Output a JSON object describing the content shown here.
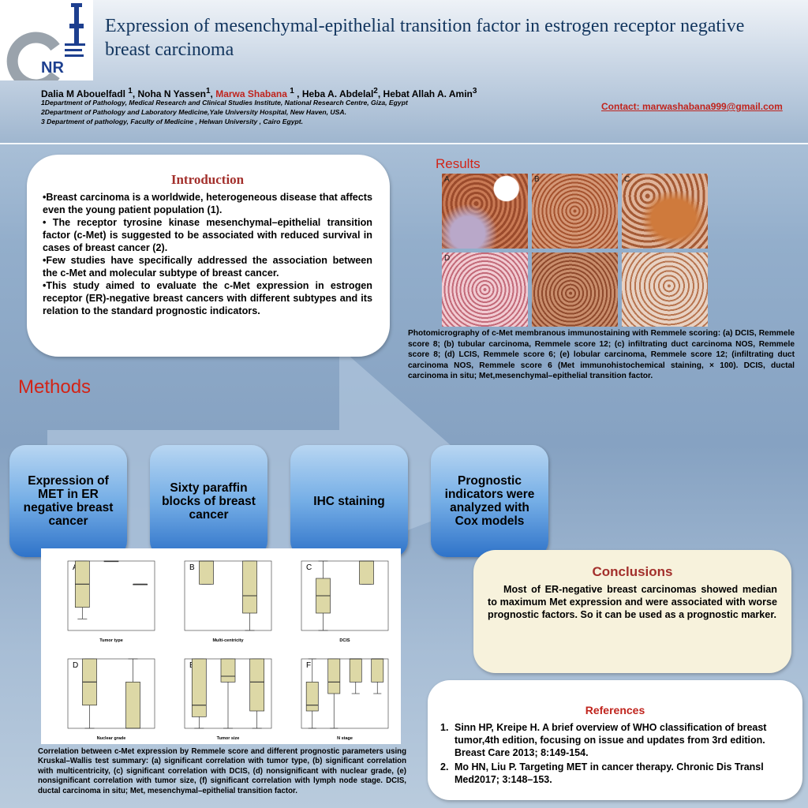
{
  "title": "Expression of mesenchymal-epithelial transition factor in estrogen receptor negative breast carcinoma",
  "authors": {
    "a1": "Dalia M Abouelfadl",
    "a1_sup": "1",
    "a2": "Noha N Yassen",
    "a2_sup": "1",
    "a3": "Marwa Shabana",
    "a3_sup": "1",
    "a4": "Heba A. Abdelal",
    "a4_sup": "2",
    "a5": "Hebat Allah A. Amin",
    "a5_sup": "3"
  },
  "affiliations": [
    "1Department of Pathology, Medical Research and Clinical Studies Institute, National Research Centre, Giza, Egypt",
    "2Department of Pathology and Laboratory Medicine,Yale University Hospital, New Haven, USA.",
    "3 Department of pathology, Faculty of Medicine , Helwan University , Cairo Egypt."
  ],
  "contact": "Contact: marwashabana999@gmail.com",
  "introduction": {
    "heading": "Introduction",
    "items": [
      "•Breast carcinoma is a worldwide, heterogeneous disease that affects even the young patient population (1).",
      "• The receptor tyrosine kinase mesenchymal–epithelial transition factor (c-Met) is suggested to be associated with reduced survival in cases of breast cancer (2).",
      "•Few studies have specifically addressed the association between the c-Met and molecular subtype of breast cancer.",
      "•This study aimed to evaluate the c-Met expression in estrogen receptor (ER)-negative breast cancers with different subtypes and its relation to the standard prognostic indicators."
    ]
  },
  "results": {
    "heading": "Results",
    "panels": [
      "A",
      "B",
      "C",
      "D",
      "",
      ""
    ],
    "caption": "Photomicrography of c-Met membranous immunostaining with Remmele scoring: (a) DCIS, Remmele score 8; (b) tubular carcinoma, Remmele score 12; (c) infiltrating duct carcinoma NOS, Remmele score 8; (d) LCIS, Remmele score 6; (e) lobular carcinoma, Remmele score 12; (infiltrating duct carcinoma NOS, Remmele score 6 (Met immunohistochemical staining, × 100). DCIS, ductal carcinoma in situ; Met,mesenchymal–epithelial transition factor."
  },
  "methods": {
    "heading": "Methods",
    "steps": [
      "Expression of MET in ER negative breast cancer",
      "Sixty paraffin blocks of breast cancer",
      "IHC staining",
      "Prognostic indicators were analyzed with Cox models"
    ]
  },
  "boxplots": {
    "caption": "Correlation between c-Met expression by Remmele score and different prognostic parameters using Kruskal–Wallis test summary: (a) significant correlation with tumor type, (b) significant correlation with multicentricity, (c) significant correlation with DCIS, (d) nonsignificant with nuclear grade, (e) nonsignificant correlation with tumor size, (f) significant correlation with lymph node stage. DCIS, ductal carcinoma in situ; Met, mesenchymal–epithelial transition factor.",
    "colors": {
      "box": "#ddd8a6",
      "stroke": "#333333"
    }
  },
  "chart_data": [
    {
      "type": "boxplot",
      "panel": "A",
      "xlabel": "Tumor type",
      "ylim": [
        0,
        12
      ],
      "boxes": [
        {
          "min": 2,
          "q1": 4,
          "median": 8,
          "q3": 12,
          "max": 12
        },
        {
          "min": 12,
          "q1": 12,
          "median": 12,
          "q3": 12,
          "max": 12
        },
        {
          "min": 8,
          "q1": 8,
          "median": 8,
          "q3": 8,
          "max": 8
        }
      ]
    },
    {
      "type": "boxplot",
      "panel": "B",
      "xlabel": "Multi-centricity",
      "ylim": [
        0,
        12
      ],
      "boxes": [
        {
          "min": 8,
          "q1": 8,
          "median": 12,
          "q3": 12,
          "max": 12
        },
        {
          "min": 0,
          "q1": 3,
          "median": 6,
          "q3": 12,
          "max": 12
        }
      ]
    },
    {
      "type": "boxplot",
      "panel": "C",
      "xlabel": "DCIS",
      "ylim": [
        0,
        12
      ],
      "boxes": [
        {
          "min": 0,
          "q1": 3,
          "median": 6,
          "q3": 9,
          "max": 12
        },
        {
          "min": 8,
          "q1": 8,
          "median": 12,
          "q3": 12,
          "max": 12
        }
      ]
    },
    {
      "type": "boxplot",
      "panel": "D",
      "xlabel": "Nuclear grade",
      "ylim": [
        0,
        12
      ],
      "boxes": [
        {
          "min": 0,
          "q1": 4,
          "median": 8,
          "q3": 12,
          "max": 12
        },
        {
          "min": 0,
          "q1": 0,
          "median": 0,
          "q3": 8,
          "max": 12
        }
      ]
    },
    {
      "type": "boxplot",
      "panel": "E",
      "xlabel": "Tumor size",
      "ylim": [
        0,
        12
      ],
      "boxes": [
        {
          "min": 0,
          "q1": 2,
          "median": 4,
          "q3": 12,
          "max": 12
        },
        {
          "min": 0,
          "q1": 8,
          "median": 9,
          "q3": 12,
          "max": 12
        },
        {
          "min": 0,
          "q1": 3,
          "median": 8,
          "q3": 12,
          "max": 12
        }
      ]
    },
    {
      "type": "boxplot",
      "panel": "F",
      "xlabel": "N stage",
      "ylim": [
        0,
        12
      ],
      "boxes": [
        {
          "min": 0,
          "q1": 3,
          "median": 4,
          "q3": 8,
          "max": 12
        },
        {
          "min": 0,
          "q1": 6,
          "median": 8,
          "q3": 12,
          "max": 12
        },
        {
          "min": 6,
          "q1": 8,
          "median": 12,
          "q3": 12,
          "max": 12
        },
        {
          "min": 6,
          "q1": 8,
          "median": 12,
          "q3": 12,
          "max": 12
        }
      ]
    }
  ],
  "conclusions": {
    "heading": "Conclusions",
    "text": "Most of ER-negative breast carcinomas showed median to maximum Met expression and were associated with worse prognostic factors. So it can be used as a prognostic marker."
  },
  "references": {
    "heading": "References",
    "items": [
      {
        "n": "1.",
        "text": "Sinn HP, Kreipe H. A brief overview of WHO classification of breast tumor,4th edition, focusing on issue and updates from 3rd edition. Breast Care 2013; 8:149-154."
      },
      {
        "n": "2.",
        "text": "Mo HN, Liu P. Targeting MET in cancer therapy. Chronic Dis Transl Med2017; 3:148–153."
      }
    ]
  }
}
